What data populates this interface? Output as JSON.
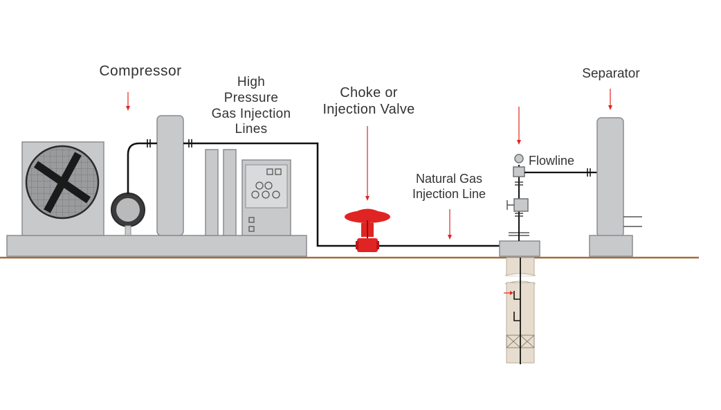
{
  "labels": {
    "compressor": "Compressor",
    "hp_line1": "High",
    "hp_line2": "Pressure",
    "hp_line3": "Gas Injection",
    "hp_line4": "Lines",
    "choke_line1": "Choke or",
    "choke_line2": "Injection Valve",
    "ngil_line1": "Natural Gas",
    "ngil_line2": "Injection Line",
    "flowline": "Flowline",
    "separator": "Separator"
  },
  "colors": {
    "equipment_fill": "#c8c9cb",
    "equipment_stroke": "#8a8c8f",
    "ground_line": "#a66a36",
    "arrow": "#e0251f",
    "valve": "#e02424",
    "pipe": "#111111",
    "wellbore": "#e6ddcf"
  }
}
